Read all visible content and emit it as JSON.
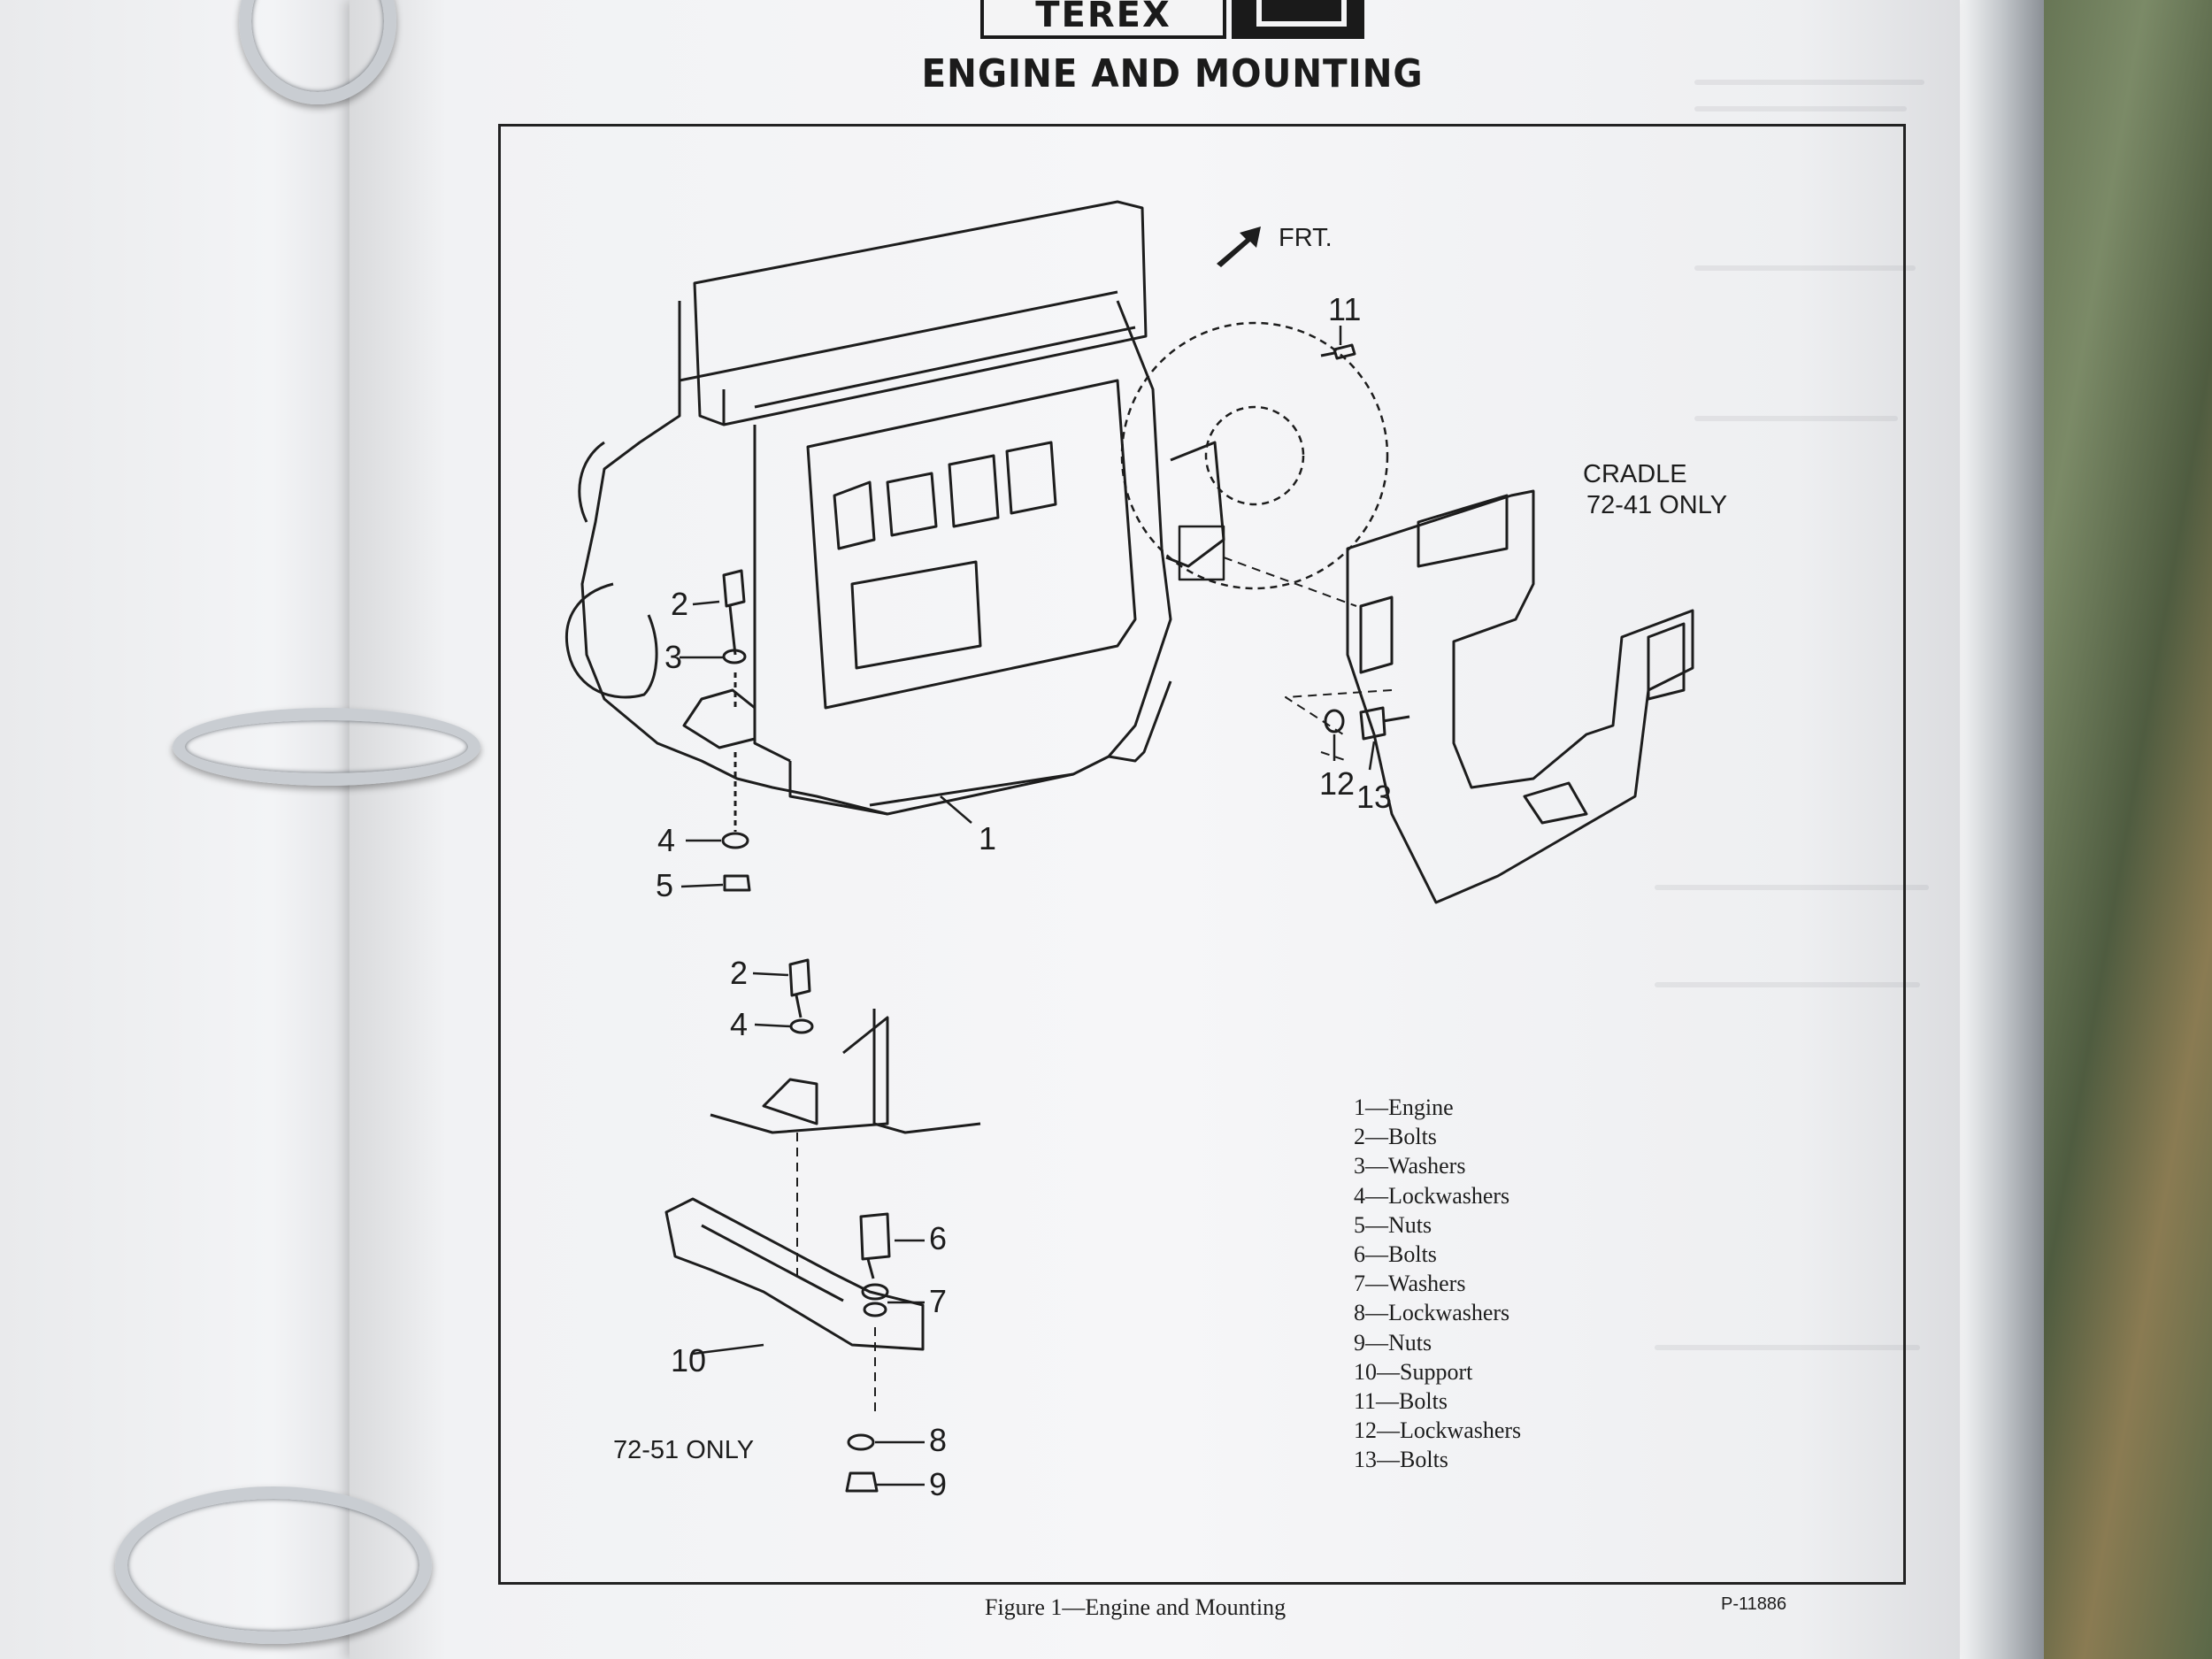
{
  "header": {
    "brand": "TEREX",
    "title": "ENGINE AND MOUNTING"
  },
  "figure": {
    "direction_label": "FRT.",
    "cradle_label_line1": "CRADLE",
    "cradle_label_line2": "72-41 ONLY",
    "support_label": "72-51 ONLY",
    "caption": "Figure 1—Engine and Mounting",
    "plate_number": "P-11886",
    "callouts": {
      "c1": "1",
      "c2a": "2",
      "c3": "3",
      "c4a": "4",
      "c5": "5",
      "c2b": "2",
      "c4b": "4",
      "c6": "6",
      "c7": "7",
      "c8": "8",
      "c9": "9",
      "c10": "10",
      "c11": "11",
      "c12": "12",
      "c13": "13"
    }
  },
  "legend": [
    "1—Engine",
    "2—Bolts",
    "3—Washers",
    "4—Lockwashers",
    "5—Nuts",
    "6—Bolts",
    "7—Washers",
    "8—Lockwashers",
    "9—Nuts",
    "10—Support",
    "11—Bolts",
    "12—Lockwashers",
    "13—Bolts"
  ]
}
